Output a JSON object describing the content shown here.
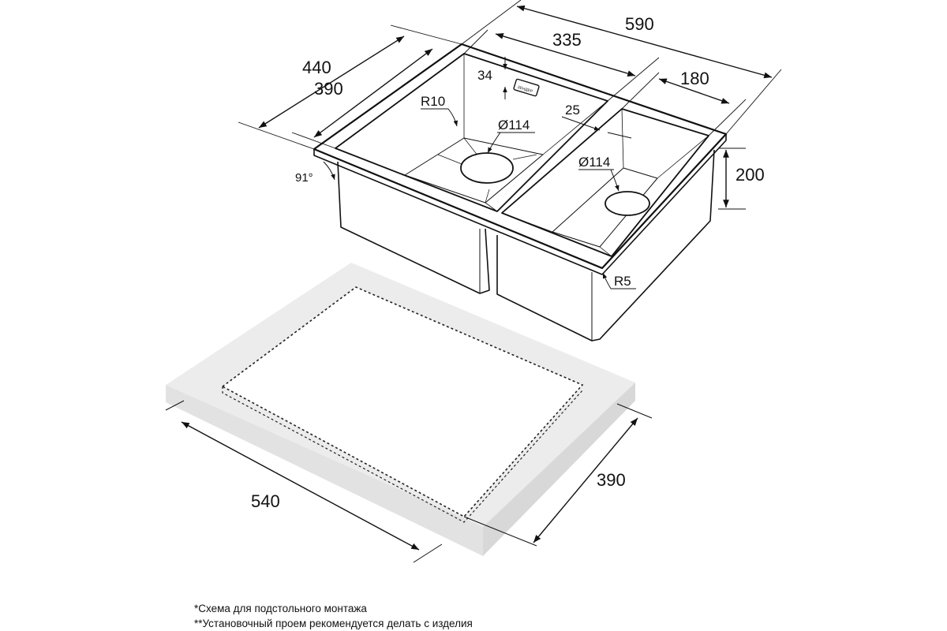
{
  "sink": {
    "dimensions": {
      "overall_width": "590",
      "overall_depth": "440",
      "inner_depth": "390",
      "large_bowl_width": "335",
      "small_bowl_width": "180",
      "bowl_height": "200",
      "overflow_offset": "34",
      "divider": "25",
      "corner_radius_inner": "R10",
      "corner_radius_outer": "R5",
      "wall_angle": "91°",
      "drain_large": "Ø114",
      "drain_small": "Ø114"
    }
  },
  "cutout": {
    "width": "540",
    "depth": "390"
  },
  "notes": [
    "*Схема для подстольного монтажа",
    "**Установочный проем рекомендуется делать с изделия"
  ]
}
